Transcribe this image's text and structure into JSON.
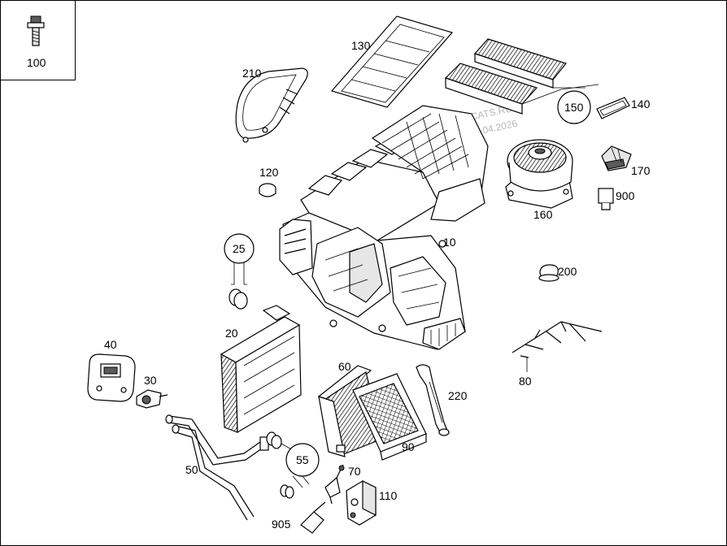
{
  "labels": {
    "l100": "100",
    "l210": "210",
    "l130": "130",
    "l150": "150",
    "l140": "140",
    "l170": "170",
    "l900": "900",
    "l120": "120",
    "l160": "160",
    "l10": "10",
    "l25": "25",
    "l200": "200",
    "l20": "20",
    "l40": "40",
    "l30": "30",
    "l60": "60",
    "l220": "220",
    "l80": "80",
    "l90": "90",
    "l50": "50",
    "l55": "55",
    "l70": "70",
    "l110": "110",
    "l905": "905"
  },
  "watermark": {
    "line1": "ILCATS.RU",
    "line2": "06.04.2026"
  }
}
